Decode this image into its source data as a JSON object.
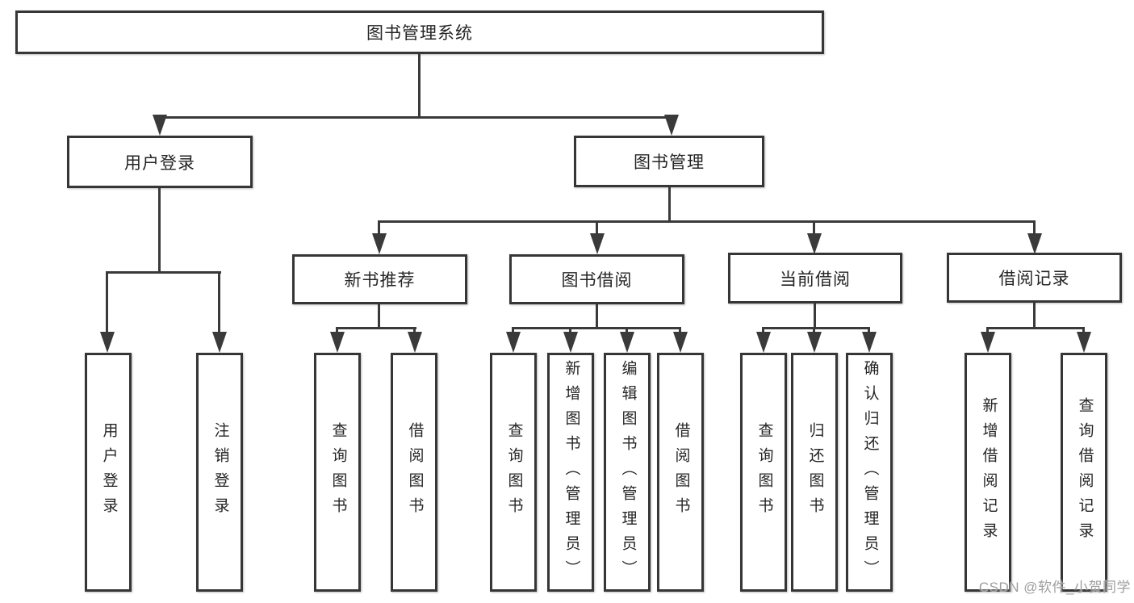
{
  "tree": {
    "label": "图书管理系统",
    "children": [
      {
        "label": "用户登录",
        "children": [
          {
            "label": "用户登录"
          },
          {
            "label": "注销登录"
          }
        ]
      },
      {
        "label": "图书管理",
        "children": [
          {
            "label": "新书推荐",
            "children": [
              {
                "label": "查询图书"
              },
              {
                "label": "借阅图书"
              }
            ]
          },
          {
            "label": "图书借阅",
            "children": [
              {
                "label": "查询图书"
              },
              {
                "label": "新增图书（管理员）"
              },
              {
                "label": "编辑图书（管理员）"
              },
              {
                "label": "借阅图书"
              }
            ]
          },
          {
            "label": "当前借阅",
            "children": [
              {
                "label": "查询图书"
              },
              {
                "label": "归还图书"
              },
              {
                "label": "确认归还（管理员）"
              }
            ]
          },
          {
            "label": "借阅记录",
            "children": [
              {
                "label": "新增借阅记录"
              },
              {
                "label": "查询借阅记录"
              }
            ]
          }
        ]
      }
    ]
  },
  "watermark": "CSDN @软件_小贺同学",
  "colors": {
    "line": "#3a3a3a",
    "text": "#252525",
    "watermark": "#9e9e9e",
    "background": "#ffffff"
  }
}
